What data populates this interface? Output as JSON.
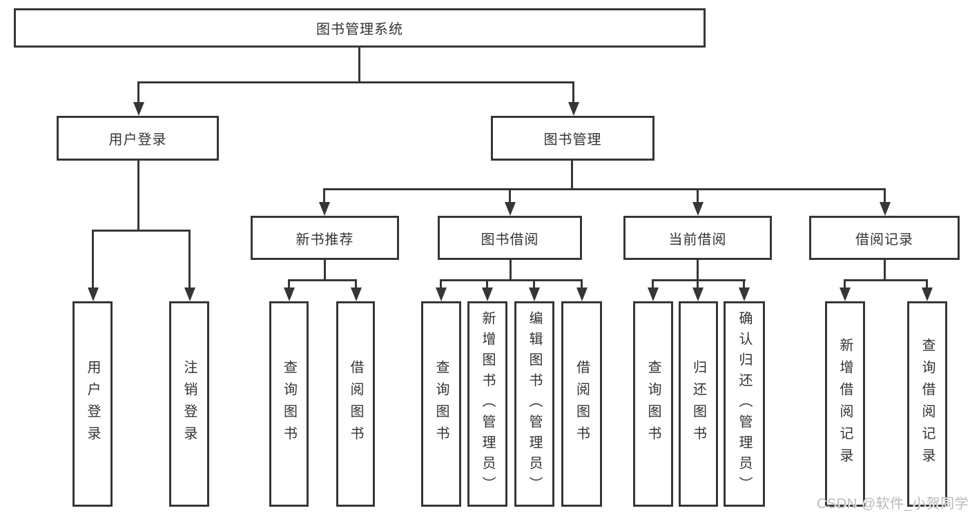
{
  "tree": {
    "root": {
      "label": "图书管理系统"
    },
    "user_login": {
      "label": "用户登录",
      "children": [
        "用户登录",
        "注销登录"
      ]
    },
    "book_management": {
      "label": "图书管理"
    },
    "new_book_recommend": {
      "label": "新书推荐",
      "children": [
        "查询图书",
        "借阅图书"
      ]
    },
    "book_borrow": {
      "label": "图书借阅",
      "children": [
        "查询图书",
        "新增图书（管理员）",
        "编辑图书（管理员）",
        "借阅图书"
      ]
    },
    "current_borrow": {
      "label": "当前借阅",
      "children": [
        "查询图书",
        "归还图书",
        "确认归还（管理员）"
      ]
    },
    "borrow_records": {
      "label": "借阅记录",
      "children": [
        "新增借阅记录",
        "查询借阅记录"
      ]
    }
  },
  "watermark": {
    "text": "CSDN @软件_小贺同学"
  },
  "colors": {
    "line": "#363636",
    "box_border": "#363636",
    "box_fill": "#ffffff",
    "text": "#333333",
    "watermark": "#b9b9b9",
    "background": "#ffffff"
  }
}
